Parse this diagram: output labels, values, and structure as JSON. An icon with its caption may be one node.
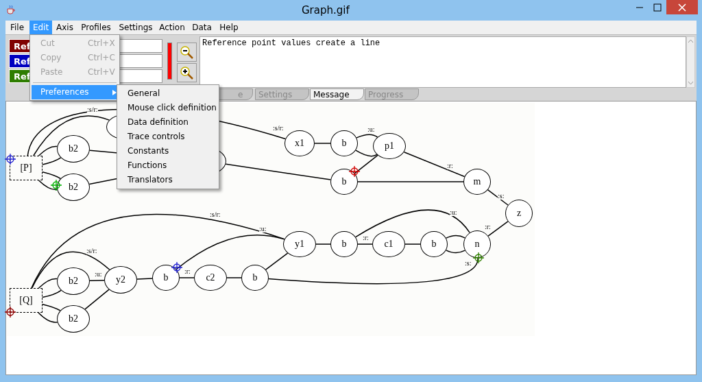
{
  "diagram": {
    "title": "Graph.gif",
    "nodes": [
      {
        "text": [
          "[P]"
        ]
      },
      {
        "text": [
          "b2"
        ]
      },
      {
        "text": [
          "b2"
        ]
      },
      {
        "text": [],
        "shape": "ellipse"
      },
      {
        "text": [],
        "shape": "ellipse"
      },
      {
        "text": [
          "x1"
        ]
      },
      {
        "text": [
          "b"
        ]
      },
      {
        "text": [
          "p1"
        ]
      },
      {
        "text": [
          "b"
        ]
      },
      {
        "text": [
          "m"
        ]
      },
      {
        "text": [
          "z"
        ]
      },
      {
        "text": [
          "[Q]"
        ]
      },
      {
        "text": [
          "b2"
        ]
      },
      {
        "text": [
          "b2"
        ]
      },
      {
        "text": [
          "y2"
        ]
      },
      {
        "text": [
          "b"
        ]
      },
      {
        "text": [
          "c2"
        ]
      },
      {
        "text": [
          "b"
        ]
      },
      {
        "text": [
          "y1"
        ]
      },
      {
        "text": [
          "b"
        ]
      },
      {
        "text": [
          "c1"
        ]
      },
      {
        "text": [
          "b"
        ]
      },
      {
        "text": [
          "n"
        ]
      }
    ],
    "edges": [
      {
        "from": 0,
        "to": 5,
        "arrow": "none",
        "label": ":s/r:"
      },
      {
        "from": 0,
        "to": 3,
        "arrow": "none",
        "label": ":s/r:"
      },
      {
        "from": 0,
        "to": 1,
        "arrow": "none"
      },
      {
        "from": 0,
        "to": 1,
        "arrow": "none"
      },
      {
        "from": 0,
        "to": 2,
        "arrow": "none"
      },
      {
        "from": 0,
        "to": 2,
        "arrow": "none"
      },
      {
        "from": 1,
        "to": 4,
        "arrow": "none"
      },
      {
        "from": 2,
        "to": 4,
        "arrow": "none"
      },
      {
        "from": 4,
        "to": 8,
        "arrow": "none"
      },
      {
        "from": 5,
        "to": 6,
        "arrow": "none"
      },
      {
        "from": 6,
        "to": 7,
        "arrow": "none",
        "label": ":u:"
      },
      {
        "from": 6,
        "to": 7,
        "arrow": "none"
      },
      {
        "from": 8,
        "to": 7,
        "arrow": "none"
      },
      {
        "from": 7,
        "to": 9,
        "arrow": "none",
        "label": ":r:"
      },
      {
        "from": 8,
        "to": 9,
        "arrow": "none"
      },
      {
        "from": 9,
        "to": 10,
        "arrow": "none",
        "label": ":s:"
      },
      {
        "from": 10,
        "to": 22,
        "arrow": "none",
        "label": ":r:"
      },
      {
        "from": 11,
        "to": 18,
        "arrow": "none",
        "label": ":s/r:"
      },
      {
        "from": 11,
        "to": 14,
        "arrow": "none",
        "label": ":s/r:"
      },
      {
        "from": 11,
        "to": 12,
        "arrow": "none"
      },
      {
        "from": 11,
        "to": 12,
        "arrow": "none"
      },
      {
        "from": 11,
        "to": 13,
        "arrow": "none"
      },
      {
        "from": 11,
        "to": 13,
        "arrow": "none"
      },
      {
        "from": 12,
        "to": 14,
        "arrow": "none",
        "label": ":u:"
      },
      {
        "from": 13,
        "to": 14,
        "arrow": "none"
      },
      {
        "from": 14,
        "to": 15,
        "arrow": "none"
      },
      {
        "from": 15,
        "to": 16,
        "arrow": "none",
        "label": ":r:"
      },
      {
        "from": 16,
        "to": 17,
        "arrow": "none"
      },
      {
        "from": 15,
        "to": 18,
        "arrow": "none",
        "label": ":u:"
      },
      {
        "from": 17,
        "to": 18,
        "arrow": "none"
      },
      {
        "from": 18,
        "to": 19,
        "arrow": "none"
      },
      {
        "from": 19,
        "to": 20,
        "arrow": "none",
        "label": ":r:"
      },
      {
        "from": 20,
        "to": 21,
        "arrow": "none"
      },
      {
        "from": 21,
        "to": 22,
        "arrow": "none"
      },
      {
        "from": 21,
        "to": 22,
        "arrow": "none"
      },
      {
        "from": 19,
        "to": 22,
        "arrow": "none",
        "label": ":u:"
      },
      {
        "from": 17,
        "to": 22,
        "arrow": "none",
        "label": ":s:"
      }
    ],
    "labels": [
      "File",
      "Edit",
      "Axis",
      "Profiles",
      "Settings",
      "Action",
      "Data",
      "Help",
      "Ref",
      "Cut",
      "Ctrl+X",
      "Reference point values create a line",
      "Ref",
      "Copy",
      "Ctrl+C",
      "Ref",
      "Paste",
      "Ctrl+V",
      "Preferences",
      "General",
      "e",
      "Settings",
      "Message",
      "Progress",
      "Mouse click definition",
      "Data definition",
      "Trace controls",
      "Constants",
      "Functions",
      "Translators"
    ]
  }
}
